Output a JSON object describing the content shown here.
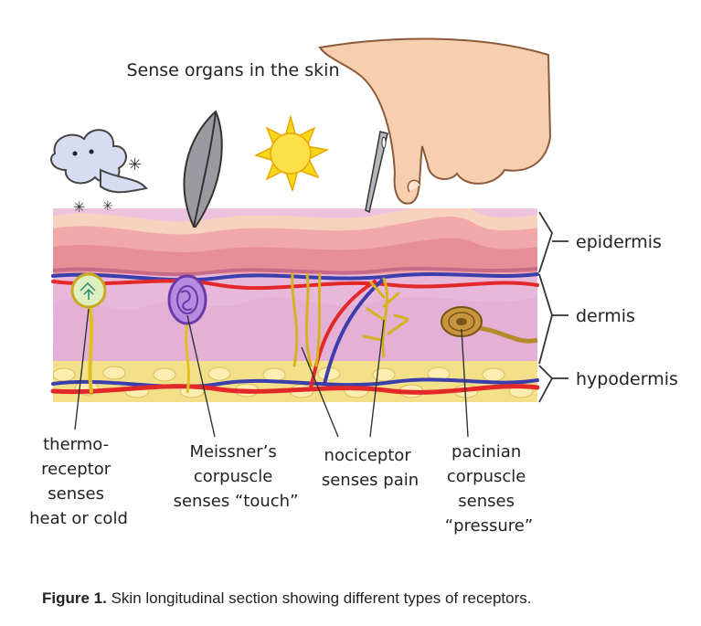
{
  "title": "Sense organs in the skin",
  "layers": {
    "epidermis": "epidermis",
    "dermis": "dermis",
    "hypodermis": "hypodermis"
  },
  "receptors": {
    "thermo": [
      "thermo-",
      "receptor",
      "senses",
      "heat or cold"
    ],
    "meissner": [
      "Meissner’s",
      "corpuscle",
      "senses “touch”"
    ],
    "nociceptor": [
      "nociceptor",
      "senses pain"
    ],
    "pacinian": [
      "pacinian",
      "corpuscle",
      "senses",
      "“pressure”"
    ]
  },
  "caption": {
    "label": "Figure 1.",
    "text": " Skin longitudinal section showing different types of receptors."
  }
}
